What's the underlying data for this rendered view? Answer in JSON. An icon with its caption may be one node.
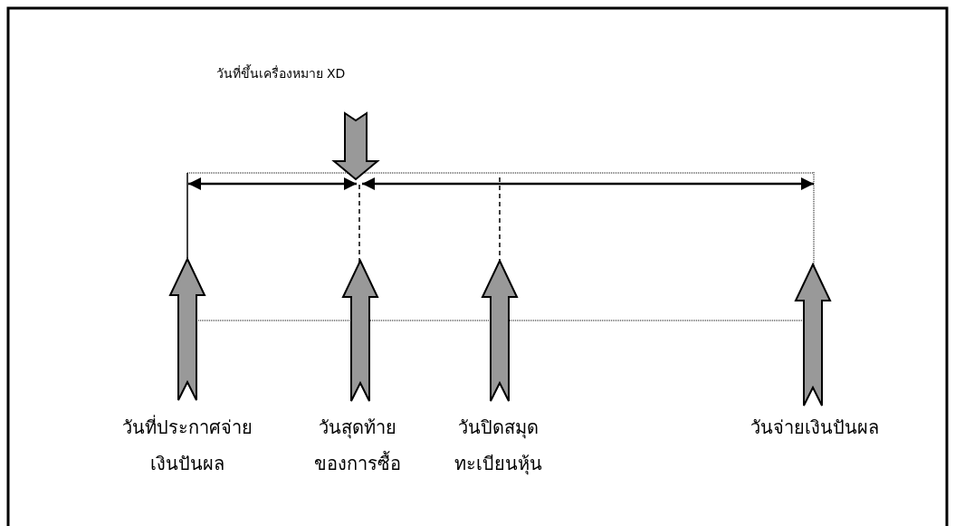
{
  "diagram": {
    "labels": [
      "วันที่ขึ้นเครื่องหมาย XD",
      "วันที่ประกาศจ่ายเงินปันผล",
      "วันสุดท้ายของการซื้อ",
      "วันปิดสมุดทะเบียนหุ้น",
      "วันจ่ายเงินปันผล"
    ]
  }
}
